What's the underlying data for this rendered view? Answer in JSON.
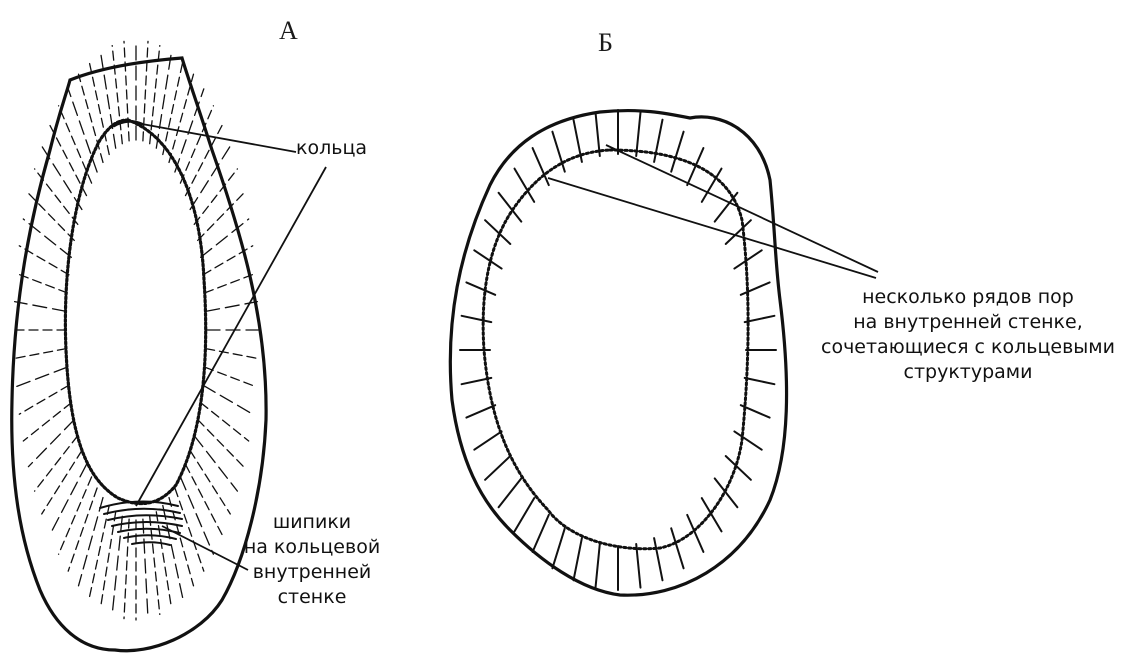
{
  "panels": {
    "a": "А",
    "b": "Б"
  },
  "labels": {
    "rings": "кольца",
    "spines": [
      "шипики",
      "на кольцевой",
      "внутренней",
      "стенке"
    ],
    "pores": [
      "несколько рядов пор",
      "на внутренней стенке,",
      "сочетающиеся с кольцевыми",
      "структурами"
    ]
  },
  "colors": {
    "ink": "#111111",
    "background": "#ffffff"
  }
}
